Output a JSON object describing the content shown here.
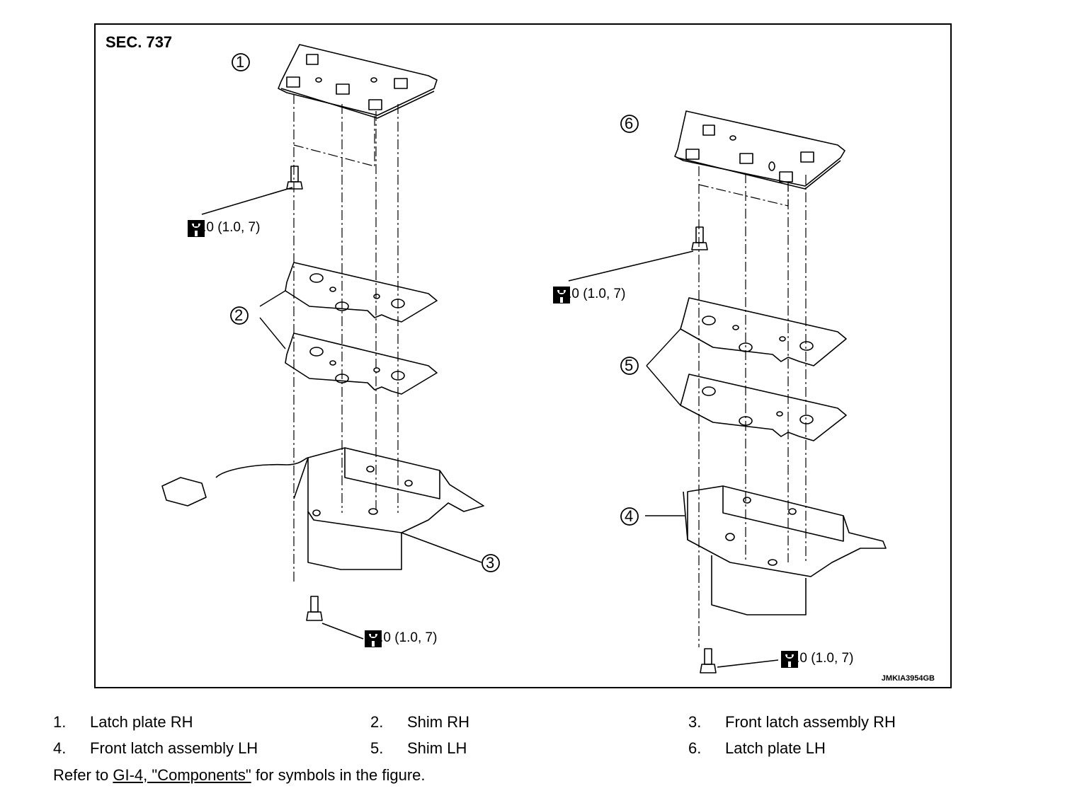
{
  "figure": {
    "section": "SEC. 737",
    "figure_id": "JMKIA3954GB",
    "callouts": [
      "1",
      "2",
      "3",
      "4",
      "5",
      "6"
    ],
    "torques": [
      "10.0 (1.0, 7)",
      "10.0 (1.0, 7)",
      "10.0 (1.0, 7)",
      "10.0 (1.0, 7)"
    ],
    "torque_icon": "torque-wrench-icon"
  },
  "legend": [
    {
      "num": "1.",
      "label": "Latch plate RH"
    },
    {
      "num": "2.",
      "label": "Shim RH"
    },
    {
      "num": "3.",
      "label": "Front latch assembly RH"
    },
    {
      "num": "4.",
      "label": "Front latch assembly LH"
    },
    {
      "num": "5.",
      "label": "Shim LH"
    },
    {
      "num": "6.",
      "label": "Latch plate LH"
    }
  ],
  "note": {
    "prefix": "Refer to ",
    "link": "GI-4, \"Components\"",
    "suffix": " for symbols in the figure."
  }
}
